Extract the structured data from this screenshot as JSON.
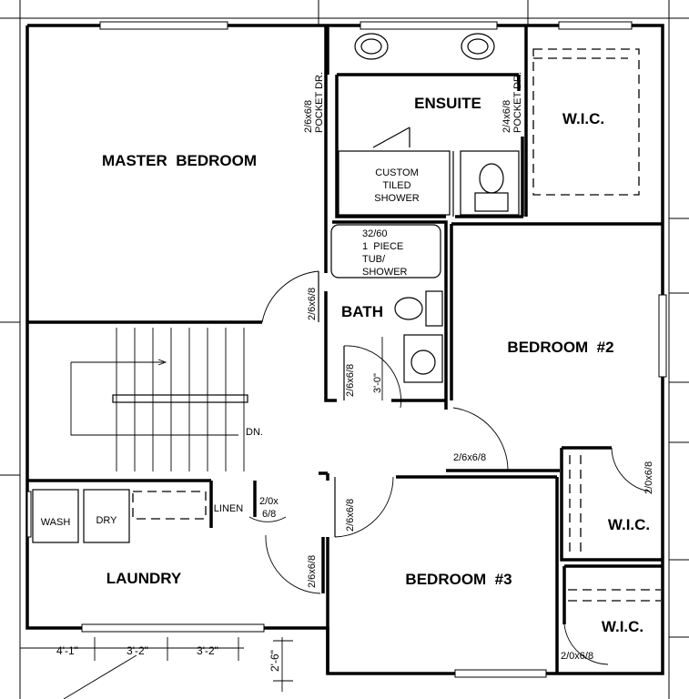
{
  "rooms": {
    "master_bedroom": "MASTER  BEDROOM",
    "ensuite": "ENSUITE",
    "wic_1": "W.I.C.",
    "bath": "BATH",
    "bedroom_2": "BEDROOM  #2",
    "bedroom_3": "BEDROOM  #3",
    "wic_2": "W.I.C.",
    "wic_3": "W.I.C.",
    "laundry": "LAUNDRY",
    "linen": "LINEN"
  },
  "fixtures": {
    "shower": [
      "CUSTOM",
      "TILED",
      "SHOWER"
    ],
    "tub": [
      "32/60",
      "1  PIECE",
      "TUB/",
      "SHOWER"
    ],
    "wash": "WASH",
    "dry": "DRY",
    "stair_down": "DN."
  },
  "doors": {
    "master_pocket": [
      "2/6x6/8",
      "POCKET DR."
    ],
    "ensuite_pocket": [
      "2/4x6/8",
      "POCKET DR."
    ],
    "master_door": "2/6x6/8",
    "bath_door": "2/6x6/8",
    "bedroom2_door": "2/6x6/8",
    "bedroom2_wic_door": "2/0x6/8",
    "bedroom3_door": "2/6x6/8",
    "linen_door": [
      "2/0x",
      "6/8"
    ],
    "laundry_door": "2/6x6/8",
    "bedroom3_wic_door": "2/0x6/8"
  },
  "dimensions": {
    "bath_clearance": "3'-0\"",
    "dim_1": "4'-1\"",
    "dim_2": "3'-2\"",
    "dim_3": "3'-2\"",
    "dim_vertical": "2'-6\""
  }
}
